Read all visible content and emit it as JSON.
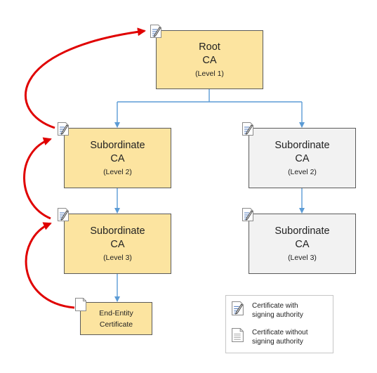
{
  "nodes": {
    "root": {
      "title": "Root",
      "subtitle": "CA",
      "level": "(Level 1)"
    },
    "sub_l2_left": {
      "title": "Subordinate",
      "subtitle": "CA",
      "level": "(Level 2)"
    },
    "sub_l2_right": {
      "title": "Subordinate",
      "subtitle": "CA",
      "level": "(Level 2)"
    },
    "sub_l3_left": {
      "title": "Subordinate",
      "subtitle": "CA",
      "level": "(Level 3)"
    },
    "sub_l3_right": {
      "title": "Subordinate",
      "subtitle": "CA",
      "level": "(Level 3)"
    },
    "end_entity": {
      "line1": "End-Entity",
      "line2": "Certificate"
    }
  },
  "legend": {
    "with_authority": "Certificate with\nsigning authority",
    "without_authority": "Certificate without\nsigning authority"
  },
  "colors": {
    "signing_node": "#fce4a0",
    "non_signing_node": "#f2f2f2",
    "connector": "#5b9bd5",
    "signature_arrow": "#e00000"
  },
  "icons": {
    "signing": "signing-certificate-icon",
    "plain": "document-icon"
  }
}
